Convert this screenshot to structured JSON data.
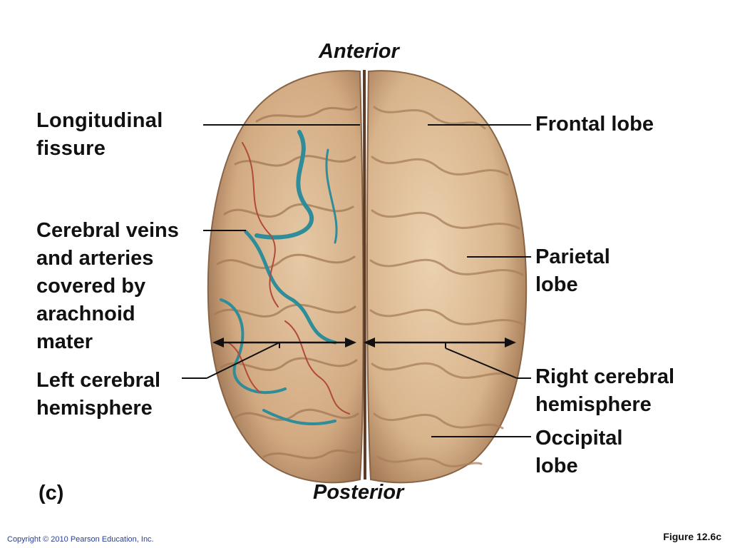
{
  "orientation": {
    "top": "Anterior",
    "bottom": "Posterior"
  },
  "panel_letter": "(c)",
  "labels": {
    "longitudinal_fissure": "Longitudinal\nfissure",
    "cerebral_veins": "Cerebral veins\nand arteries\ncovered by\narachnoid\nmater",
    "left_hemisphere": "Left cerebral\nhemisphere",
    "frontal_lobe": "Frontal lobe",
    "parietal_lobe": "Parietal\nlobe",
    "right_hemisphere": "Right cerebral\nhemisphere",
    "occipital_lobe": "Occipital\nlobe"
  },
  "footer": {
    "copyright": "Copyright © 2010 Pearson Education, Inc.",
    "figure": "Figure 12.6c"
  },
  "colors": {
    "cortex": "#d9b48e",
    "cortex_shadow": "#a97e5a",
    "vessel_blue": "#2f8c99",
    "vessel_red": "#b24a3a",
    "copyright_text": "#2a3f8f"
  }
}
